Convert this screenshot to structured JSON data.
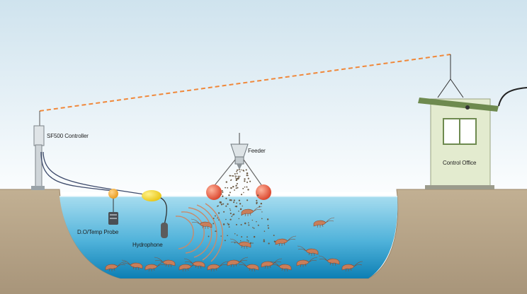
{
  "labels": {
    "controller": "SF500 Controller",
    "feeder": "Feeder",
    "control_office": "Control Office",
    "probe": "D.O/Temp Probe",
    "hydrophone": "Hydrophone"
  },
  "colors": {
    "sky_top": "#cfe3ee",
    "sky_bottom": "#fbfdfe",
    "ground": "#b8a488",
    "water_surface": "#a6dcef",
    "water_deep": "#0d7fb4",
    "radio_link": "#f0883a",
    "buoy": "#e8573a",
    "probe_float": "#f3b03d",
    "hydrophone_float": "#f5dc24",
    "office_wall": "#e3ebcf",
    "office_roof": "#6e8a4f",
    "shrimp": "#c87e5a"
  }
}
